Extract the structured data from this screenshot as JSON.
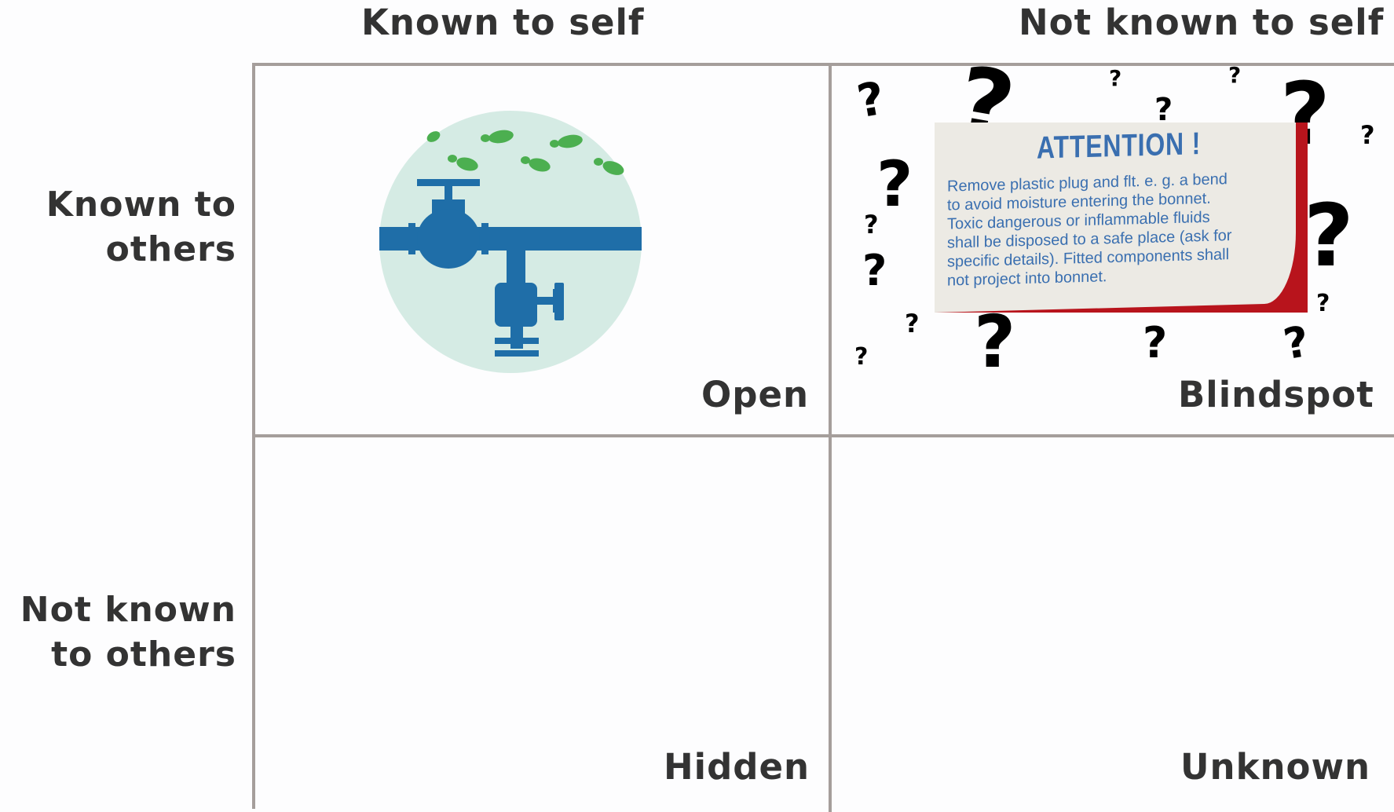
{
  "columns": [
    "Known to self",
    "Not known to self"
  ],
  "rows": [
    [
      "Known to",
      "others"
    ],
    [
      "Not known",
      "to others"
    ]
  ],
  "quadrants": {
    "open": "Open",
    "blindspot": "Blindspot",
    "hidden": "Hidden",
    "unknown": "Unknown"
  },
  "attention_sign": {
    "heading": "ATTENTION !",
    "lines": [
      "Remove plastic plug and flt. e. g. a bend",
      "to avoid moisture entering the bonnet.",
      "Toxic dangerous or inflammable fluids",
      "shall be disposed to a safe place (ask for",
      "specific details). Fitted components shall",
      "not project into bonnet."
    ]
  },
  "colors": {
    "grid_line": "#a59e9b",
    "label_text": "#333333",
    "pipe_blue": "#1f6ea8",
    "circle_bg": "#d5ebe4",
    "footprint_green": "#4caf50",
    "sign_text": "#3a6fb0",
    "sign_red": "#b8141c"
  },
  "icons": [
    "pipe-valve-icon",
    "footprints-icon",
    "question-mark-icon"
  ]
}
